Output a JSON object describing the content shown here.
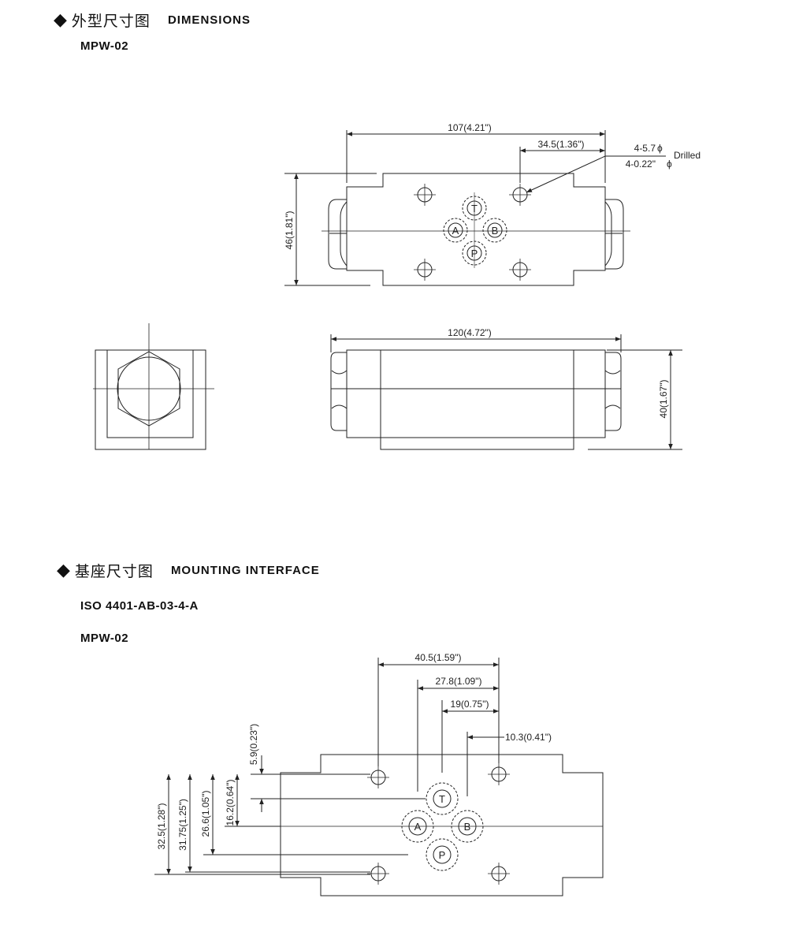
{
  "dimensions_section": {
    "title_cn": "外型尺寸图",
    "title_en": "DIMENSIONS",
    "model": "MPW-02",
    "top_view": {
      "overall_length": "107(4.21\")",
      "hole_offset": "34.5(1.36\")",
      "hole_spec_1": "4-5.7",
      "hole_spec_2": "4-0.22\"",
      "phi": "ϕ",
      "drilled": "Drilled",
      "height": "46(1.81\")",
      "ports": {
        "t": "T",
        "a": "A",
        "b": "B",
        "p": "P"
      }
    },
    "side_view": {
      "overall_length": "120(4.72\")",
      "height": "40(1.67\")"
    }
  },
  "mounting_section": {
    "title_cn": "基座尺寸图",
    "title_en": "MOUNTING INTERFACE",
    "standard": "ISO 4401-AB-03-4-A",
    "model": "MPW-02",
    "dims": {
      "d1": "40.5(1.59\")",
      "d2": "27.8(1.09\")",
      "d3": "19(0.75\")",
      "d4": "10.3(0.41\")",
      "v1": "5.9(0.23\")",
      "v2": "16.2(0.64\")",
      "v3": "26.6(1.05\")",
      "v4": "31.75(1.25\")",
      "v5": "32.5(1.28\")"
    },
    "ports": {
      "t": "T",
      "a": "A",
      "b": "B",
      "p": "P"
    }
  }
}
